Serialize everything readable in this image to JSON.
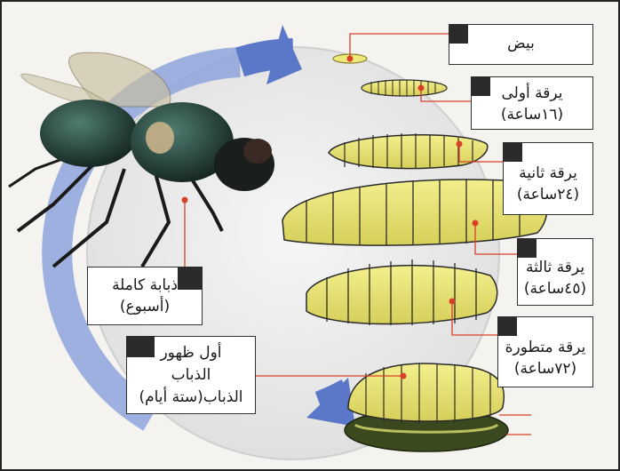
{
  "stages": {
    "eggs": {
      "line1": "بيض"
    },
    "first_larva": {
      "line1": "يرقة أولى",
      "line2": "(١٦ساعة)"
    },
    "second_larva": {
      "line1": "يرقة ثانية",
      "line2": "(٢٤ساعة)"
    },
    "third_larva": {
      "line1": "يرقة ثالثة",
      "line2": "(٤٥ساعة)"
    },
    "developed_larva": {
      "line1": "يرقة متطورة",
      "line2": "(٧٢ساعة)"
    },
    "adult_fly": {
      "line1": "ذبابة كاملة",
      "line2": "(أسبوع)"
    },
    "first_emergence": {
      "line1": "أول ظهور",
      "line2": "الذباب",
      "line3": "الذباب(ستة أيام)"
    }
  },
  "colors": {
    "frame_bg": "#f4f3ef",
    "circle_bg": "#e9e9e9",
    "arrow": "#5b78c8",
    "larva_fill": "#ece87a",
    "larva_stroke": "#2a2a2a",
    "leader": "#d9402a",
    "fly_body": "#1f3a36",
    "label_square": "#2b2b2b"
  }
}
